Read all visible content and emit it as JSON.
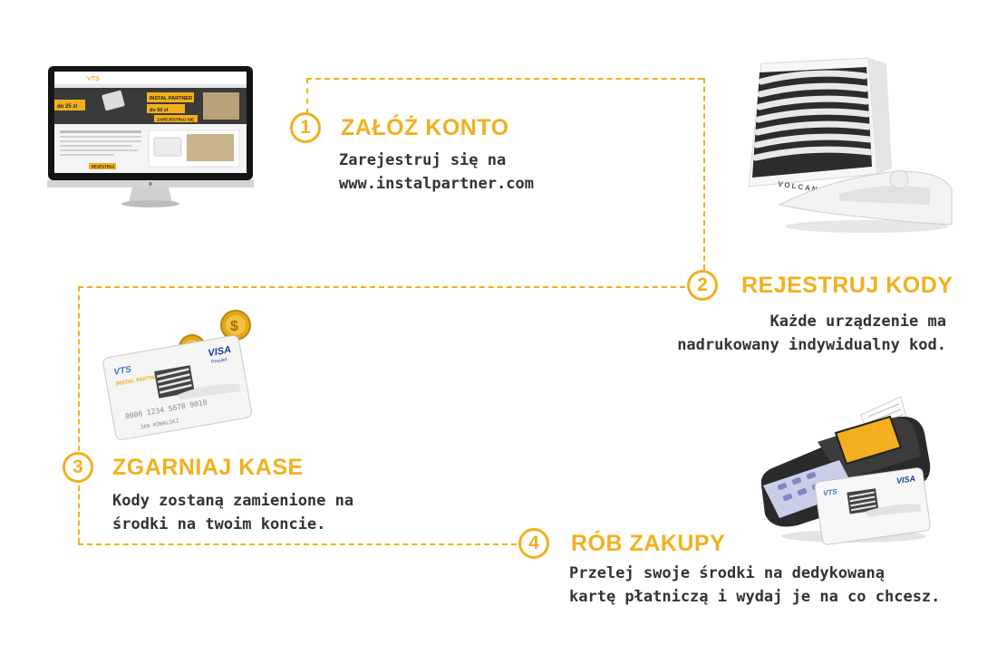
{
  "colors": {
    "accent": "#f2b01e",
    "text": "#333333",
    "card_yellow": "#f2b01e"
  },
  "steps": [
    {
      "number": "1",
      "title": "ZAŁÓŻ KONTO",
      "lines": [
        "Zarejestruj się na",
        "www.instalpartner.com"
      ]
    },
    {
      "number": "2",
      "title": "REJESTRUJ KODY",
      "lines": [
        "Każde urządzenie ma",
        "nadrukowany indywidualny kod."
      ]
    },
    {
      "number": "3",
      "title": "ZGARNIAJ KASE",
      "lines": [
        "Kody zostaną zamienione na",
        "środki na twoim koncie."
      ]
    },
    {
      "number": "4",
      "title": "RÓB ZAKUPY",
      "lines": [
        "Przelej swoje środki na dedykowaną",
        "kartę płatniczą i wydaj je na co chcesz."
      ]
    }
  ],
  "monitor": {
    "site_logo": "VTS",
    "banner_title": "INSTAL PARTNER",
    "banner_price_1": "do 25 zł",
    "banner_price_2": "do 50 zł",
    "banner_button": "ZAREJESTRUJ SIĘ",
    "cta_button": "REJESTRUJ"
  },
  "card": {
    "brand": "VISA",
    "brand_sub": "Prepaid",
    "issuer": "VTS",
    "program": "INSTAL PARTNER",
    "number": "0000 1234 5678 9010",
    "holder": "JAN KOWALSKI"
  },
  "heater": {
    "brand": "VOLCANO"
  },
  "terminal_card": {
    "brand": "VISA",
    "issuer": "VTS"
  }
}
